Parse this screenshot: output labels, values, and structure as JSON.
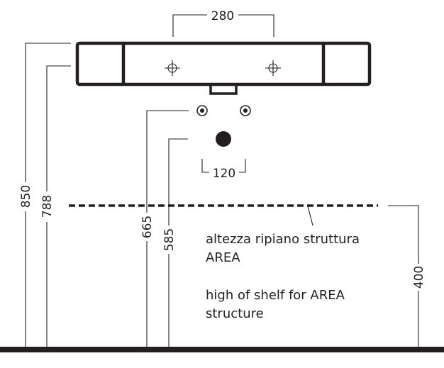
{
  "dimensions": {
    "top_width": "280",
    "drain_width": "120",
    "height_850": "850",
    "height_788": "788",
    "height_665": "665",
    "height_585": "585",
    "height_400": "400"
  },
  "notes": {
    "it_line1": "altezza ripiano struttura",
    "it_line2": "AREA",
    "en_line1": "high of shelf for AREA",
    "en_line2": "structure"
  },
  "colors": {
    "ink": "#231f20",
    "background": "#ffffff"
  }
}
